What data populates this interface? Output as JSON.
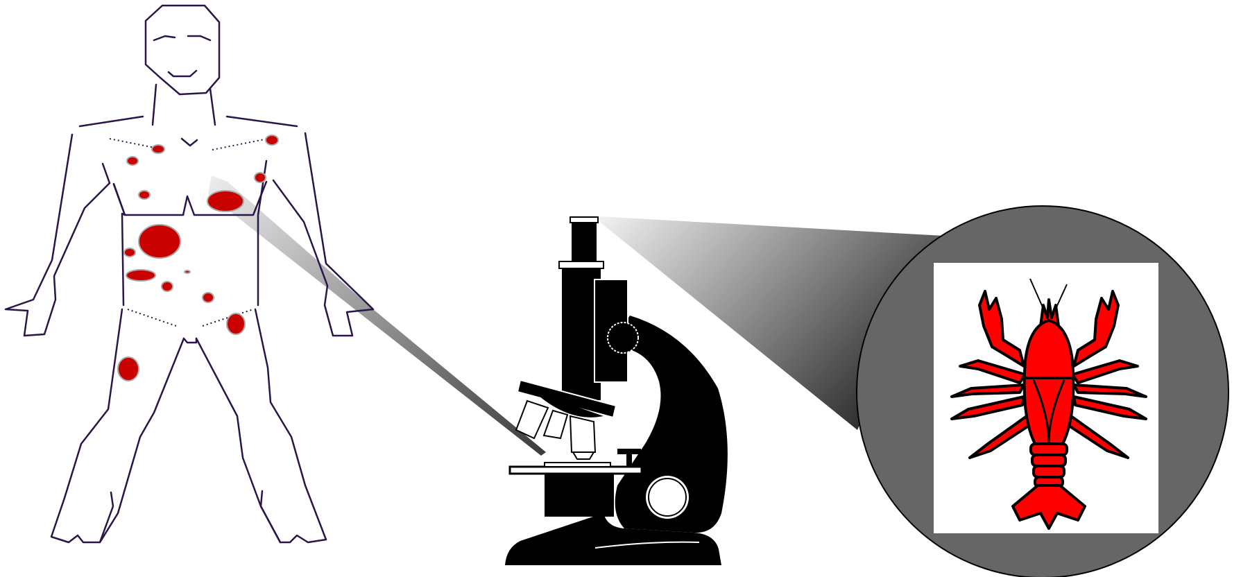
{
  "figure": {
    "panels": [
      "human-body-with-lesions",
      "microscope",
      "magnified-view"
    ],
    "colors": {
      "outline": "#2a1548",
      "lesion": "#c80000",
      "lesion_border": "#a8a8a8",
      "microscope": "#000000",
      "lens_circle": "#666666",
      "crayfish": "#ff0000",
      "crayfish_outline": "#000000",
      "beam_light": "#e6e6e6",
      "beam_dark": "#3c3c3c"
    },
    "icons": {
      "body": "human-outline-icon",
      "microscope": "microscope-icon",
      "specimen": "crayfish-icon"
    },
    "lesion_count": 14
  }
}
